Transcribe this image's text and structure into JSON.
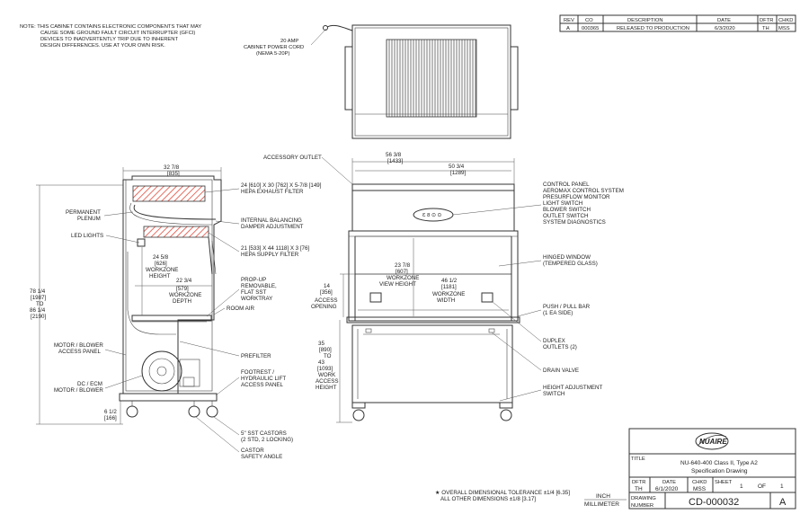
{
  "note": [
    "NOTE: THIS CABINET CONTAINS ELECTRONIC COMPONENTS THAT MAY",
    "CAUSE SOME GROUND FAULT CIRCUIT INTERRUPTER (GFCI)",
    "DEVICES TO INADVERTENTLY TRIP DUE TO INHERENT",
    "DESIGN DIFFERENCES. USE AT YOUR OWN RISK."
  ],
  "revision_table": {
    "headers": [
      "REV",
      "CO",
      "DESCRIPTION",
      "DATE",
      "DFTR",
      "CHKD"
    ],
    "row": [
      "A",
      "000365",
      "RELEASED TO PRODUCTION",
      "6/3/2020",
      "TH",
      "MSS"
    ]
  },
  "top_view": {
    "power_cord": [
      "20 AMP",
      "CABINET POWER CORD",
      "(NEMA 5-20P)"
    ]
  },
  "side_view": {
    "width_dim": [
      "32 7/8",
      "[835]"
    ],
    "height_dim": [
      "78 1/4",
      "[1987]",
      "TO",
      "86 1/4",
      "[2190]"
    ],
    "leg_dim": [
      "6 1/2",
      "[166]"
    ],
    "workzone_height": [
      "24 5/8",
      "[626]",
      "WORKZONE",
      "HEIGHT"
    ],
    "workzone_depth": [
      "22 3/4",
      "[579]",
      "WORKZONE",
      "DEPTH"
    ],
    "left_labels": {
      "plenum": [
        "PERMANENT",
        "PLENUM"
      ],
      "led": "LED LIGHTS",
      "motor_panel": [
        "MOTOR / BLOWER",
        "ACCESS PANEL"
      ],
      "motor": [
        "DC / ECM",
        "MOTOR / BLOWER"
      ]
    },
    "right_labels": {
      "exhaust": [
        "24 [610] X 30 [762] X 5-7/8 [149]",
        "HEPA EXHAUST FILTER"
      ],
      "damper": [
        "INTERNAL BALANCING",
        "DAMPER ADJUSTMENT"
      ],
      "supply": [
        "21 [533] X 44 1118] X 3 [76]",
        "HEPA SUPPLY FILTER"
      ],
      "tray": [
        "PROP-UP",
        "REMOVABLE,",
        "FLAT SST",
        "WORKTRAY"
      ],
      "room_air": "ROOM AIR",
      "prefilter": "PREFILTER",
      "footrest": [
        "FOOTREST /",
        "HYDRAULIC LIFT",
        "ACCESS PANEL"
      ],
      "castors": [
        "5\" SST CASTORS",
        "(2 STD, 2 LOCKING)"
      ],
      "castor_angle": [
        "CASTOR",
        "SAFETY ANGLE"
      ]
    }
  },
  "front_view": {
    "accessory_outlet": "ACCESSORY OUTLET",
    "overall_width": [
      "56 3/8",
      "[1433]"
    ],
    "inner_width": [
      "50 3/4",
      "[1289]"
    ],
    "view_height": [
      "23 7/8",
      "[607]",
      "WORKZONE",
      "VIEW HEIGHT"
    ],
    "workzone_width": [
      "46 1/2",
      "[1181]",
      "WORKZONE",
      "WIDTH"
    ],
    "access_opening": [
      "14",
      "[356]",
      "ACCESS",
      "OPENING"
    ],
    "work_height": [
      "35",
      "[890]",
      "TO",
      "43",
      "[1093]",
      "WORK",
      "ACCESS",
      "HEIGHT"
    ],
    "control_panel_glyph": "Ɛ 8 ⊙ ⊙",
    "right_labels": {
      "control": [
        "CONTROL PANEL",
        "AEROMAX CONTROL SYSTEM",
        "PRESURFLOW MONITOR",
        "LIGHT SWITCH",
        "BLOWER SWITCH",
        "OUTLET SWITCH",
        "SYSTEM DIAGNOSTICS"
      ],
      "window": [
        "HINGED WINDOW",
        "(TEMPERED GLASS)"
      ],
      "push_bar": [
        "PUSH / PULL BAR",
        "(1 EA SIDE)"
      ],
      "outlets": [
        "DUPLEX",
        "OUTLETS (2)"
      ],
      "drain": "DRAIN VALVE",
      "height_switch": [
        "HEIGHT ADJUSTMENT",
        "SWITCH"
      ]
    }
  },
  "tolerance": [
    "★ OVERALL DIMENSIONAL TOLERANCE ±1/4 [6.35]",
    "ALL OTHER DIMENSIONS ±1/8 [3.17]"
  ],
  "units": {
    "top": "INCH",
    "bottom": "MILLIMETER"
  },
  "title_block": {
    "logo_text": "NUAIRE",
    "title_label": "TITLE",
    "title_lines": [
      "NU-640-400 Class II, Type A2",
      "Specification Drawing"
    ],
    "dftr_label": "DFTR",
    "dftr": "TH",
    "date_label": "DATE",
    "date": "6/1/2020",
    "chkd_label": "CHKD",
    "chkd": "MSS",
    "sheet_label": "SHEET",
    "sheet": "1",
    "of_label": "OF",
    "of": "1",
    "drawing_label": [
      "DRAWING",
      "NUMBER"
    ],
    "drawing_number": "CD-000032",
    "rev": "A"
  }
}
